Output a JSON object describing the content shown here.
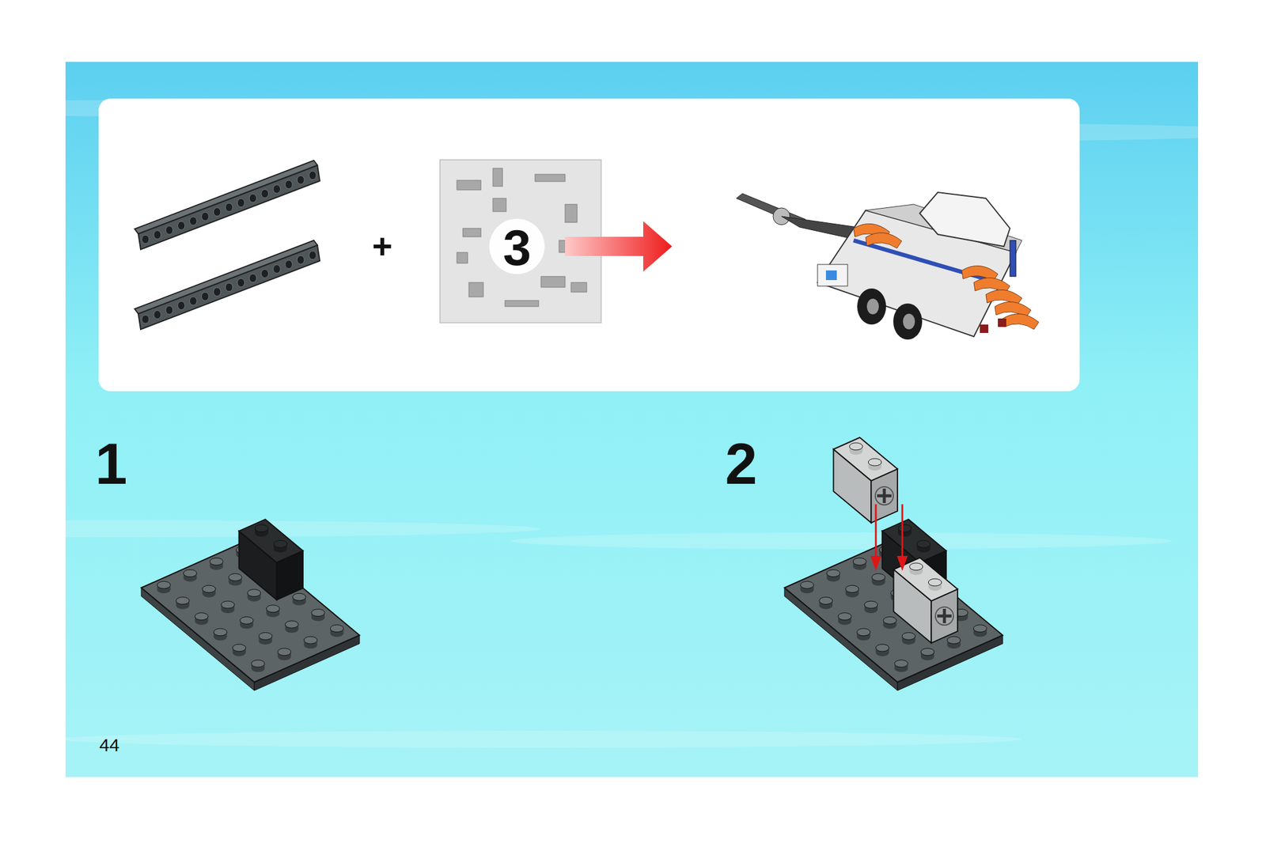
{
  "diagram": {
    "labels": [
      "+",
      "3",
      "1",
      "2",
      "44"
    ]
  }
}
